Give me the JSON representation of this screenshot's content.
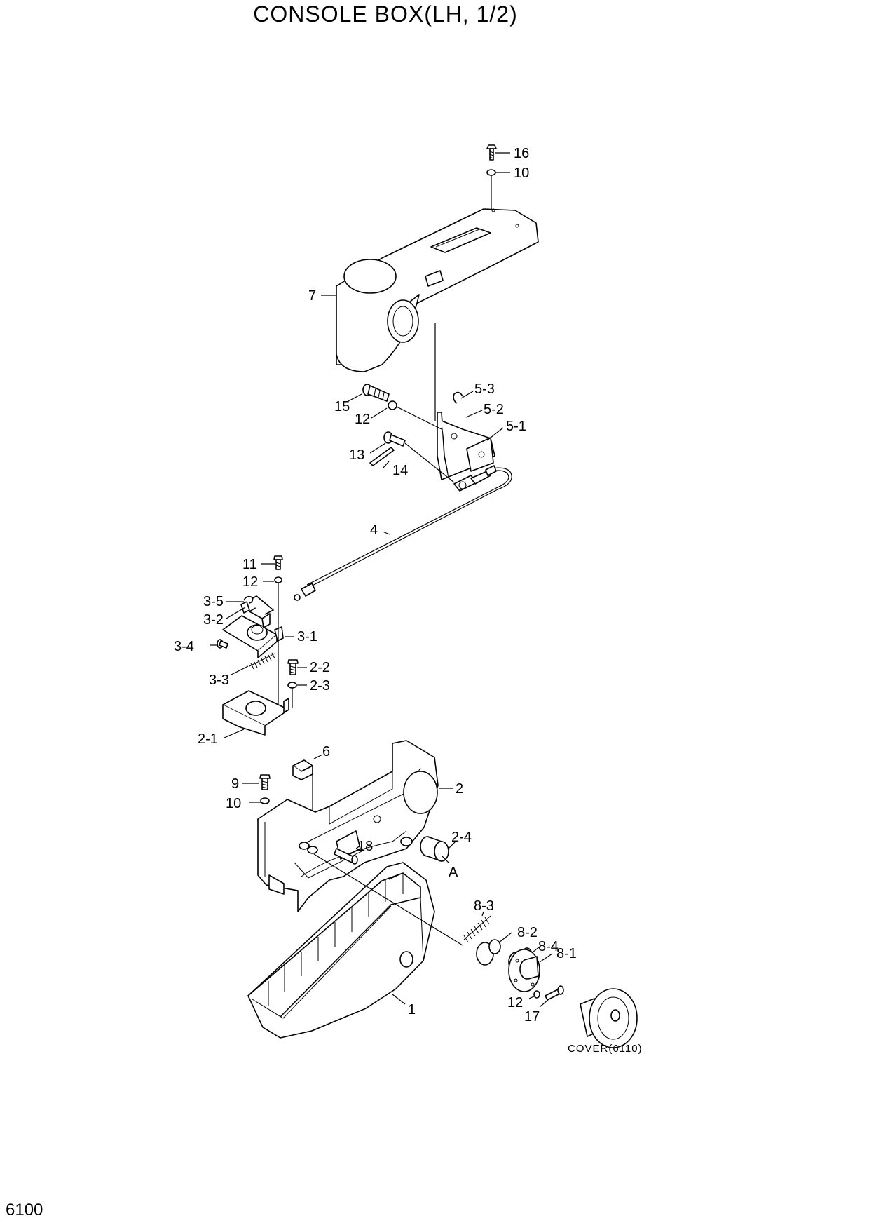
{
  "title": "CONSOLE BOX(LH, 1/2)",
  "page_number": "6100",
  "reference": "COVER(6110)",
  "callouts": {
    "c16": "16",
    "c10a": "10",
    "c7": "7",
    "c5_3": "5-3",
    "c5_2": "5-2",
    "c5_1": "5-1",
    "c15": "15",
    "c12a": "12",
    "c13": "13",
    "c14": "14",
    "c4": "4",
    "c11": "11",
    "c12b": "12",
    "c3_5": "3-5",
    "c3_2": "3-2",
    "c3_1": "3-1",
    "c3_4": "3-4",
    "c3_3": "3-3",
    "c2_2": "2-2",
    "c2_3": "2-3",
    "c2_1": "2-1",
    "c6": "6",
    "c2": "2",
    "c9": "9",
    "c10b": "10",
    "c18": "18",
    "c2_4": "2-4",
    "cA": "A",
    "c8_3": "8-3",
    "c8_2": "8-2",
    "c8_4": "8-4",
    "c8_1": "8-1",
    "c1": "1",
    "c12c": "12",
    "c17": "17"
  }
}
